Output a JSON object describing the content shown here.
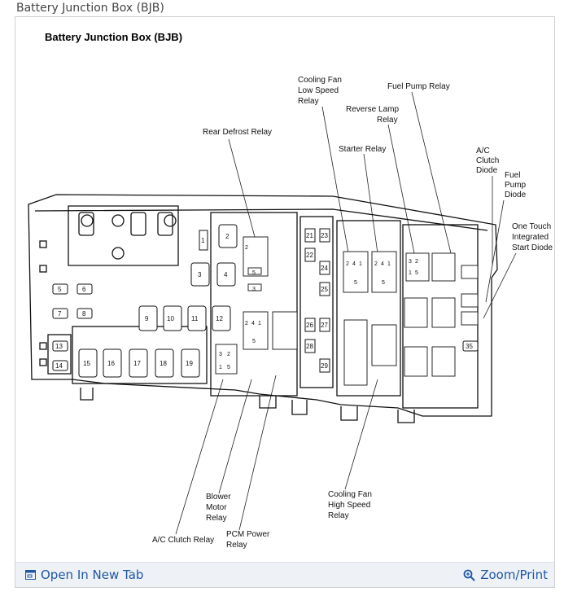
{
  "caption": "Battery Junction Box (BJB)",
  "diagram": {
    "title": "Battery Junction Box (BJB)",
    "callouts": {
      "cooling_fan_low_1": "Cooling Fan",
      "cooling_fan_low_2": "Low Speed",
      "cooling_fan_low_3": "Relay",
      "fuel_pump_relay": "Fuel Pump Relay",
      "reverse_lamp_1": "Reverse Lamp",
      "reverse_lamp_2": "Relay",
      "rear_defrost": "Rear Defrost Relay",
      "starter_relay": "Starter Relay",
      "ac_clutch_diode_1": "A/C",
      "ac_clutch_diode_2": "Clutch",
      "ac_clutch_diode_3": "Diode",
      "fuel_pump_diode_1": "Fuel",
      "fuel_pump_diode_2": "Pump",
      "fuel_pump_diode_3": "Diode",
      "one_touch_1": "One Touch",
      "one_touch_2": "Integrated",
      "one_touch_3": "Start Diode",
      "blower_1": "Blower",
      "blower_2": "Motor",
      "blower_3": "Relay",
      "ac_clutch_relay": "A/C Clutch Relay",
      "pcm_1": "PCM Power",
      "pcm_2": "Relay",
      "cooling_fan_high_1": "Cooling Fan",
      "cooling_fan_high_2": "High Speed",
      "cooling_fan_high_3": "Relay"
    },
    "fuse_labels": {
      "f1": "1",
      "f2": "2",
      "f3": "3",
      "f4": "4",
      "f5": "5",
      "f6": "6",
      "f7": "7",
      "f8": "8",
      "f9": "9",
      "f10": "10",
      "f11": "11",
      "f12": "12",
      "f13": "13",
      "f14": "14",
      "f15": "15",
      "f16": "16",
      "f17": "17",
      "f18": "18",
      "f19": "19",
      "f21": "21",
      "f22": "22",
      "f23": "23",
      "f24": "24",
      "f25": "25",
      "f26": "26",
      "f27": "27",
      "f28": "28",
      "f29": "29",
      "f35": "35"
    },
    "relay_pins": {
      "p1": "1",
      "p2": "2",
      "p3": "3",
      "p4": "4",
      "p5": "5"
    }
  },
  "footer": {
    "open_new_tab": "Open In New Tab",
    "zoom_print": "Zoom/Print"
  },
  "colors": {
    "link": "#1f57a6",
    "footer_bg": "#eef1f6"
  }
}
